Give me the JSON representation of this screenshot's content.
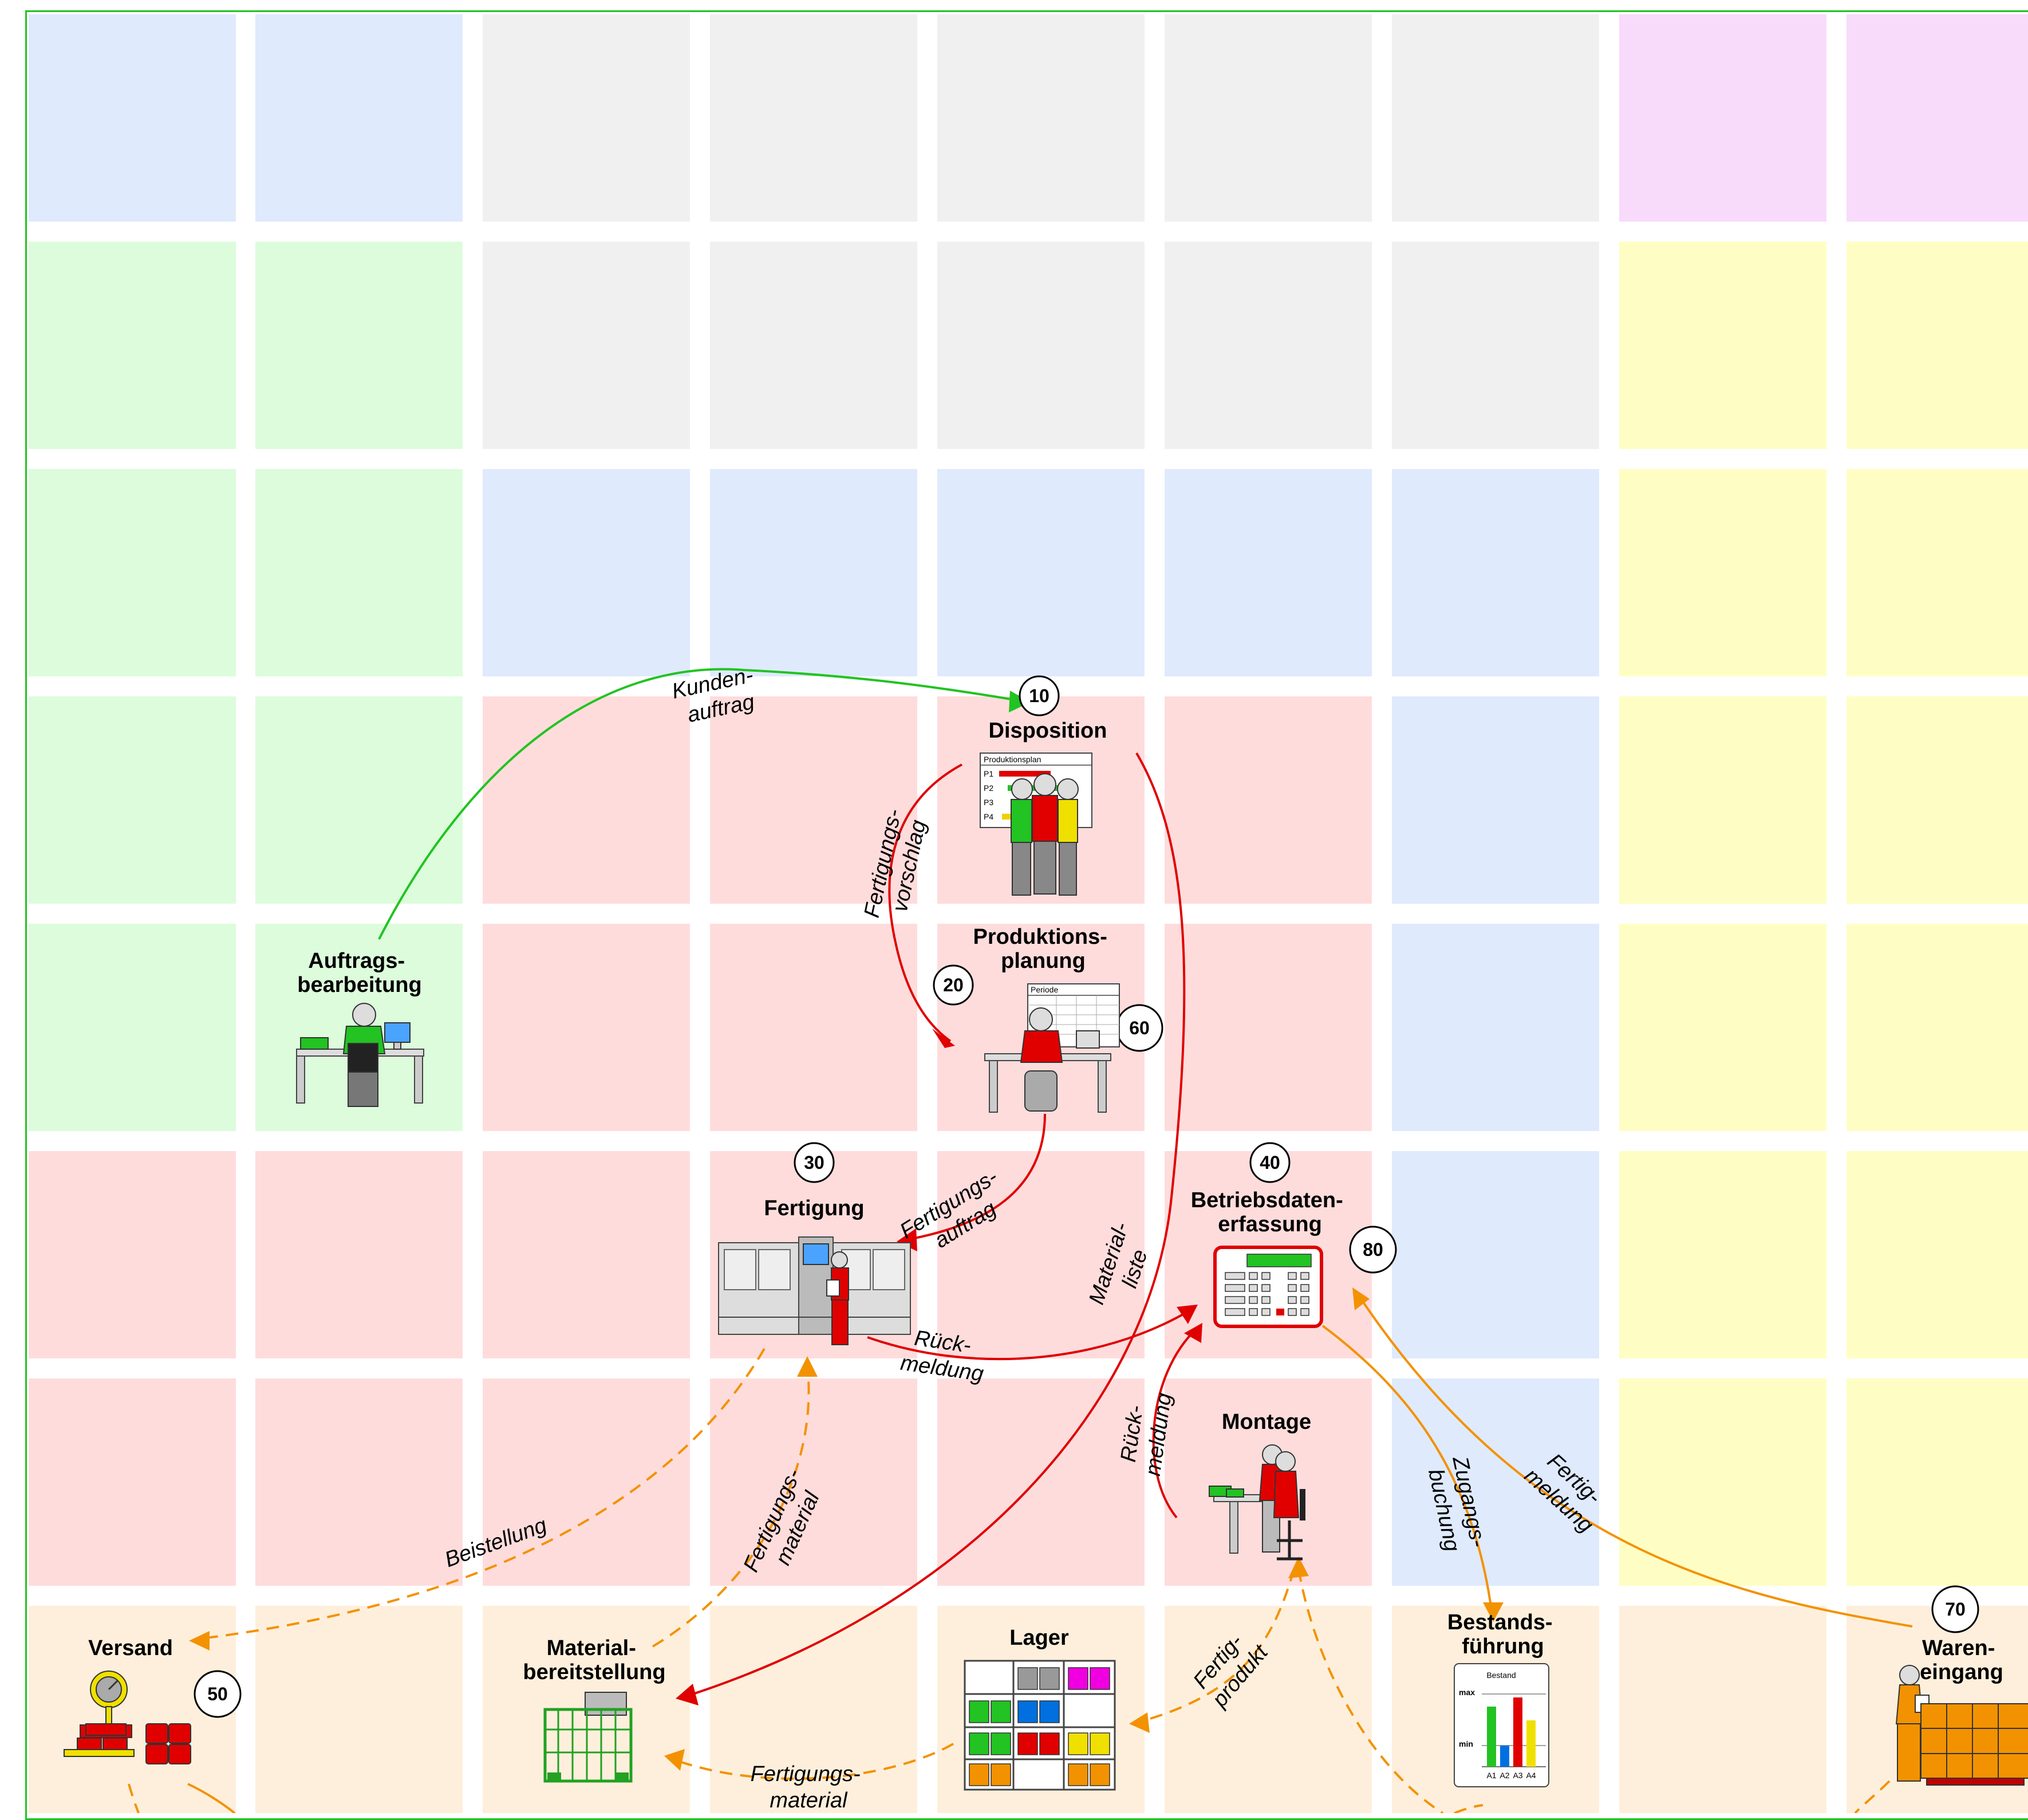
{
  "colors": {
    "blue": "#dfeafd",
    "grey": "#f0f0f0",
    "pink": "#f8dbfb",
    "green": "#dcfcdc",
    "yellow": "#fefec4",
    "red": "#ffdcdc",
    "orange": "#feefdc",
    "arrow_green": "#22c322",
    "arrow_red": "#e00000",
    "arrow_orange": "#f39200",
    "frame": "#22c322"
  },
  "grid_rows": [
    [
      "blue",
      "blue",
      "grey",
      "grey",
      "grey",
      "grey",
      "grey",
      "pink",
      "pink"
    ],
    [
      "green",
      "green",
      "grey",
      "grey",
      "grey",
      "grey",
      "grey",
      "yellow",
      "yellow"
    ],
    [
      "green",
      "green",
      "blue",
      "blue",
      "blue",
      "blue",
      "blue",
      "yellow",
      "yellow"
    ],
    [
      "green",
      "green",
      "red",
      "red",
      "red",
      "red",
      "blue",
      "yellow",
      "yellow"
    ],
    [
      "green",
      "green",
      "red",
      "red",
      "red",
      "red",
      "blue",
      "yellow",
      "yellow"
    ],
    [
      "red",
      "red",
      "red",
      "red",
      "red",
      "red",
      "blue",
      "yellow",
      "yellow"
    ],
    [
      "red",
      "red",
      "red",
      "red",
      "red",
      "red",
      "blue",
      "yellow",
      "yellow"
    ],
    [
      "orange",
      "orange",
      "orange",
      "orange",
      "orange",
      "orange",
      "orange",
      "orange",
      "orange"
    ]
  ],
  "nodes": {
    "disposition": {
      "label": "Disposition",
      "number": "10",
      "chart_title": "Produktionsplan",
      "rows": [
        "P1",
        "P2",
        "P3",
        "P4"
      ]
    },
    "produktionsplanung": {
      "label_line1": "Produktions-",
      "label_line2": "planung",
      "number": "20",
      "number_extra": "60",
      "calendar_title": "Periode"
    },
    "auftragsbearbeitung": {
      "label_line1": "Auftrags-",
      "label_line2": "bearbeitung"
    },
    "fertigung": {
      "label": "Fertigung",
      "number": "30"
    },
    "betriebsdatenerfassung": {
      "label_line1": "Betriebsdaten-",
      "label_line2": "erfassung",
      "number": "40",
      "number_extra": "80"
    },
    "montage": {
      "label": "Montage"
    },
    "versand": {
      "label": "Versand",
      "number": "50"
    },
    "materialbereitstellung": {
      "label_line1": "Material-",
      "label_line2": "bereitstellung"
    },
    "lager": {
      "label": "Lager"
    },
    "bestandsfuehrung": {
      "label_line1": "Bestands-",
      "label_line2": "führung",
      "chart_title": "Bestand",
      "max_label": "max",
      "min_label": "min",
      "bars": [
        "A1",
        "A2",
        "A3",
        "A4"
      ]
    },
    "wareneingang": {
      "label_line1": "Waren-",
      "label_line2": "eingang",
      "number": "70"
    }
  },
  "flows": {
    "kundenauftrag": [
      "Kunden-",
      "auftrag"
    ],
    "fertigungsvorschlag": [
      "Fertigungs-",
      "vorschlag"
    ],
    "fertigungsauftrag": [
      "Fertigungs-",
      "auftrag"
    ],
    "materialliste": [
      "Material-",
      "liste"
    ],
    "rueckmeldung_fertigung": [
      "Rück-",
      "meldung"
    ],
    "rueckmeldung_montage": [
      "Rück-",
      "meldung"
    ],
    "zugangsbuchung": [
      "Zugangs-",
      "buchung"
    ],
    "fertigmeldung": [
      "Fertig-",
      "meldung"
    ],
    "beistellung": [
      "Beistellung"
    ],
    "fertigungsmaterial_up": [
      "Fertigungs-",
      "material"
    ],
    "fertigungsmaterial_lager": [
      "Fertigungs-",
      "material"
    ],
    "fertigprodukt": [
      "Fertig-",
      "produkt"
    ]
  }
}
